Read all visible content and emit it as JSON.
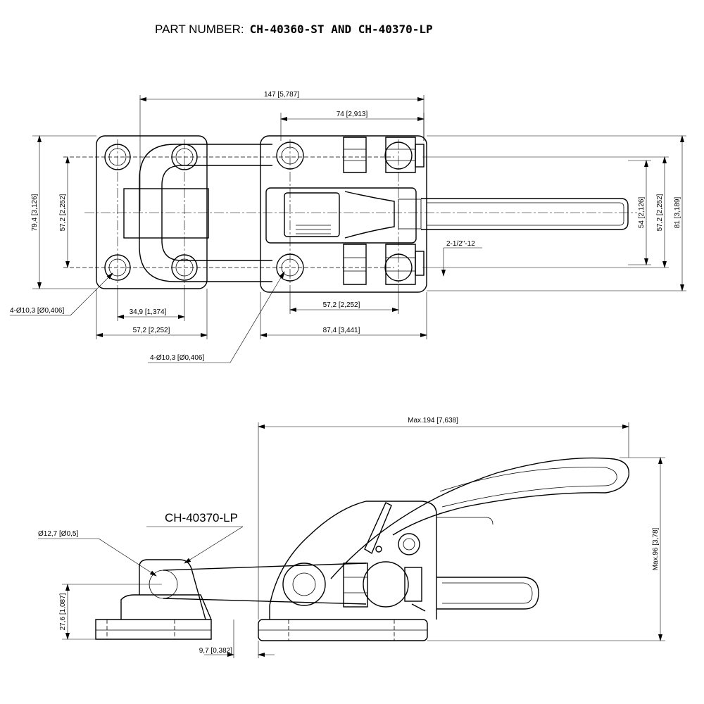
{
  "title": {
    "prefix": "PART NUMBER:",
    "value": "CH-40360-ST AND CH-40370-LP"
  },
  "top_view": {
    "overall_length": "147 [5,787]",
    "upper_length": "74 [2,913]",
    "left_height": "79,4 [3,126]",
    "left_hole_spacing": "57,2 [2,252]",
    "right_heights": [
      "54 [2,126]",
      "57,2 [2,252]",
      "81 [3,189]"
    ],
    "thread": "2-1/2\"-12",
    "left_holes": "4-Ø10,3 [Ø0,406]",
    "right_holes": "4-Ø10,3 [Ø0,406]",
    "left_inner_width": "34,9 [1,374]",
    "left_width": "57,2 [2,252]",
    "right_hole_spacing": "57,2 [2,252]",
    "right_width": "87,4 [3,441]"
  },
  "side_view": {
    "max_length": "Max.194 [7,638]",
    "max_height": "Max.96 [3,78]",
    "model_label": "CH-40370-LP",
    "pin_diameter": "Ø12,7 [Ø0,5]",
    "base_height": "27,6 [1,087]",
    "offset": "9,7 [0,382]"
  }
}
